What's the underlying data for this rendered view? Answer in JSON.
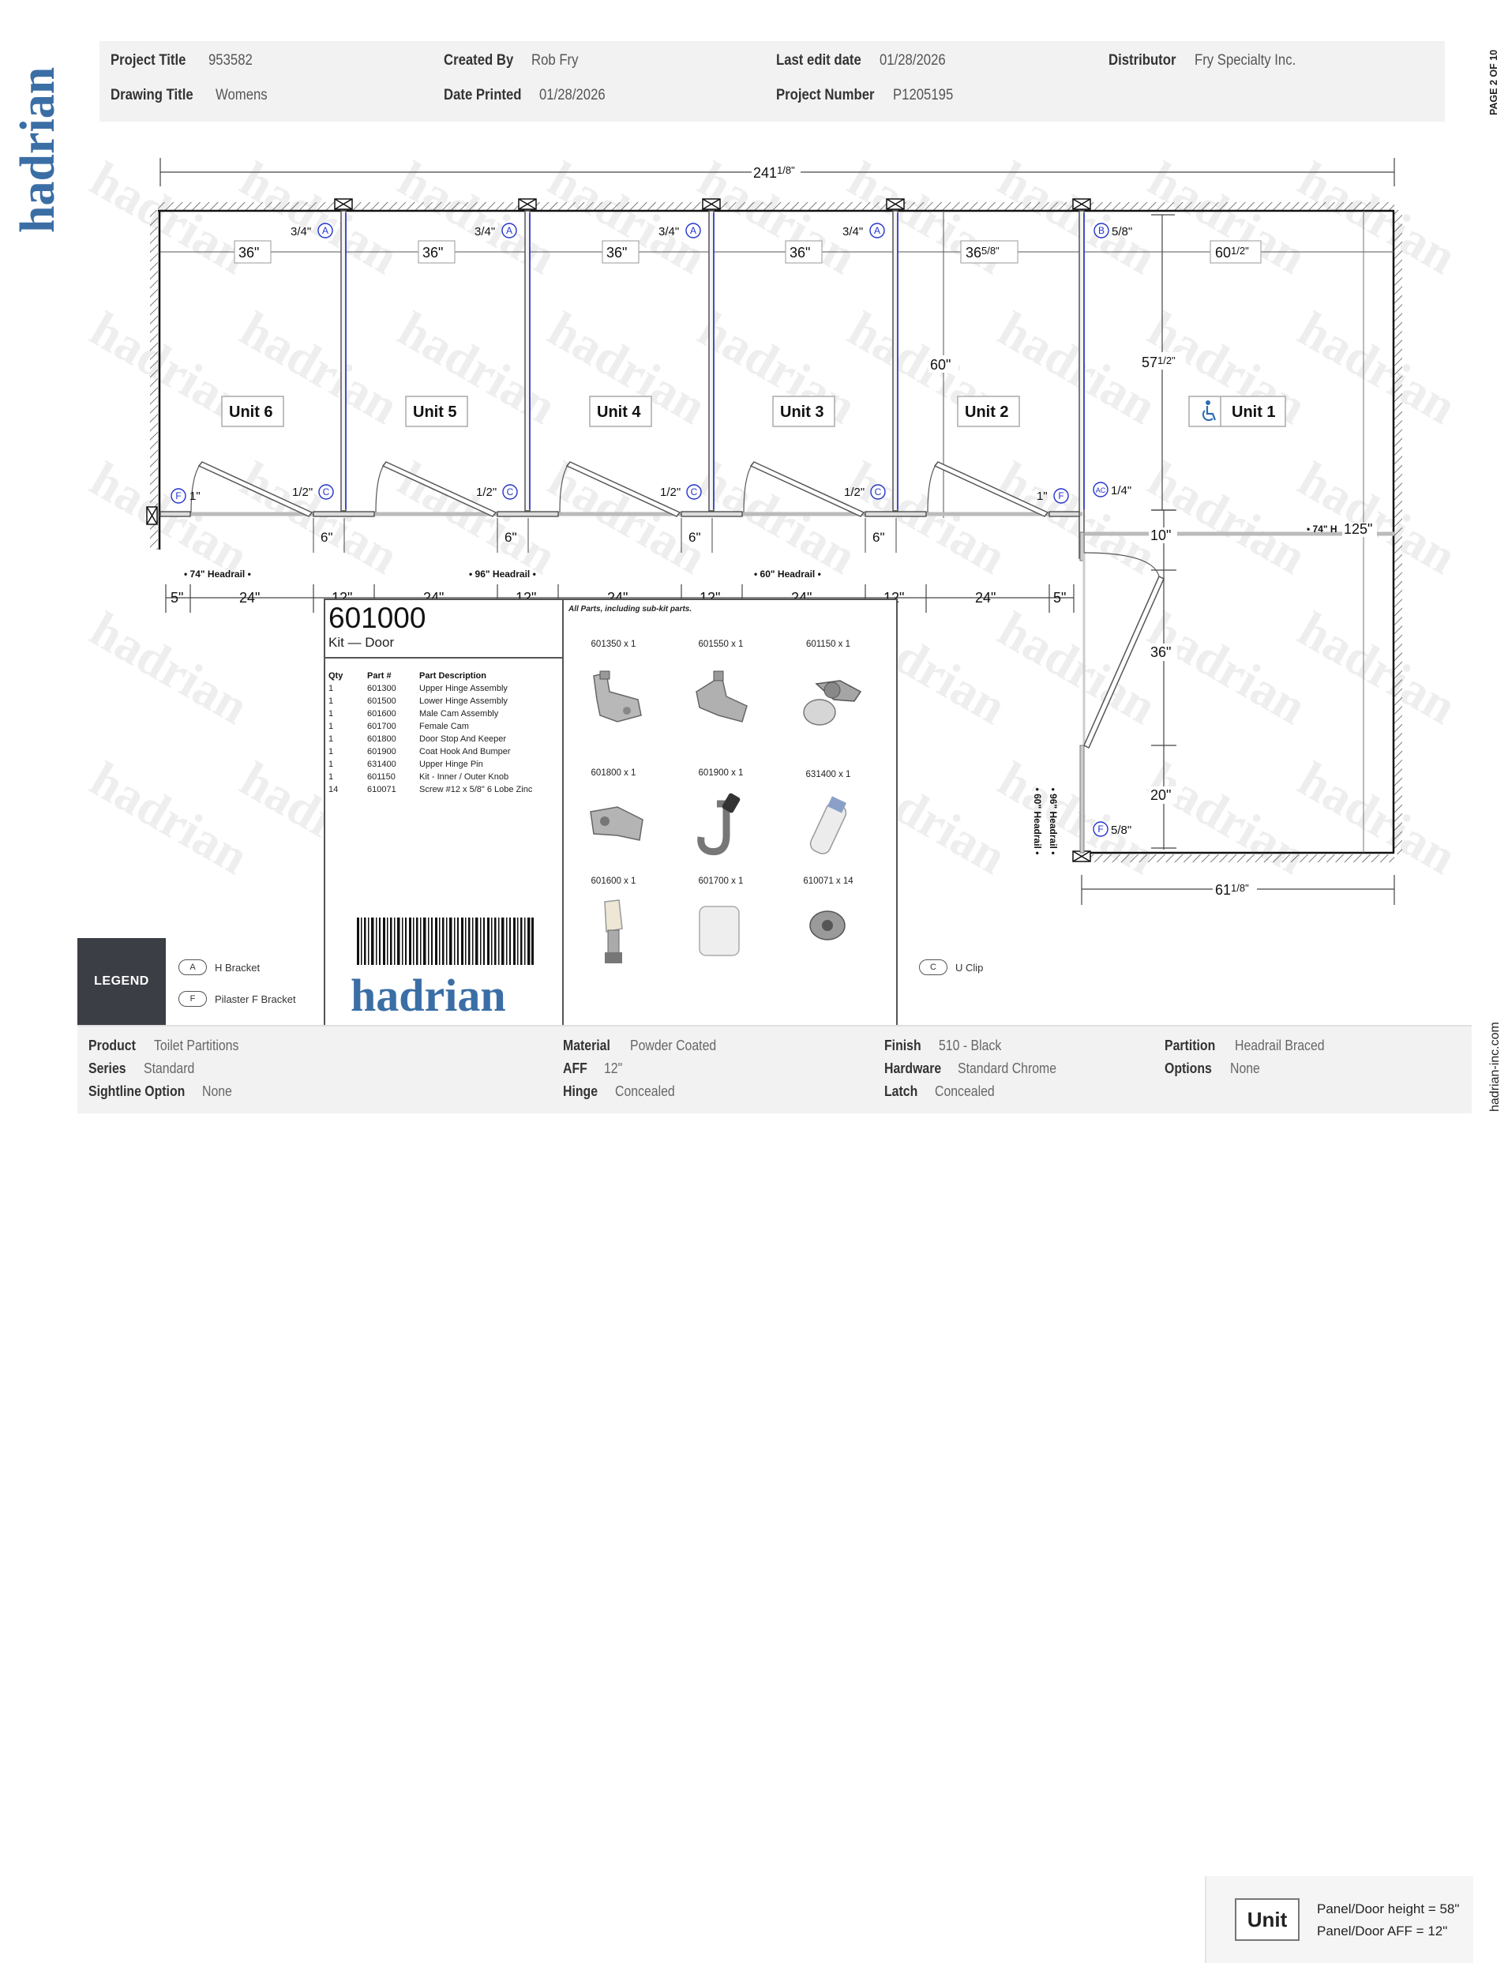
{
  "brand": {
    "name": "hadrian",
    "color": "#3a6ea5",
    "website": "hadrian-inc.com"
  },
  "page_indicator": "PAGE 2 OF 10",
  "header": {
    "project_title_label": "Project Title",
    "project_title": "953582",
    "created_by_label": "Created By",
    "created_by": "Rob Fry",
    "last_edit_label": "Last edit date",
    "last_edit": "01/28/2026",
    "distributor_label": "Distributor",
    "distributor": "Fry Specialty Inc.",
    "drawing_title_label": "Drawing Title",
    "drawing_title": "Womens",
    "date_printed_label": "Date Printed",
    "date_printed": "01/28/2026",
    "project_number_label": "Project Number",
    "project_number": "P1205195"
  },
  "drawing": {
    "overall_width": "241",
    "overall_width_frac": "1/8\"",
    "units": [
      {
        "label": "Unit 6",
        "width": "36\""
      },
      {
        "label": "Unit 5",
        "width": "36\""
      },
      {
        "label": "Unit 4",
        "width": "36\""
      },
      {
        "label": "Unit 3",
        "width": "36\""
      },
      {
        "label": "Unit 2",
        "width": "36",
        "width_frac": "5/8\""
      },
      {
        "label": "Unit 1",
        "width": "60",
        "width_frac": "1/2\"",
        "accessible": true
      }
    ],
    "depth_60": "60\"",
    "depth_57": "57",
    "depth_57_frac": "1/2\"",
    "bracket_tags": {
      "a_gap": "3/4\"",
      "c_gap": "1/2\"",
      "f_left": "1\"",
      "f_right": "1\"",
      "b_gap": "5/8\"",
      "ac_gap": "1/4\"",
      "f_bottom": "5/8\""
    },
    "pilaster_6": "6\"",
    "headrails": [
      "• 74\" Headrail •",
      "• 96\" Headrail •",
      "• 60\" Headrail •"
    ],
    "bottom_dims": [
      "5\"",
      "24\"",
      "12\"",
      "24\"",
      "12\"",
      "24\"",
      "12\"",
      "24\"",
      "12\"",
      "24\"",
      "5\""
    ],
    "side_dims": {
      "top": "10\"",
      "door": "36\"",
      "bottom": "20\""
    },
    "side_headrail": "• 74\" H",
    "side_total": "125\"",
    "side_headrail_96": "• 96\" Headrail •",
    "side_headrail_60": "• 60\" Headrail •",
    "bottom_width": "61",
    "bottom_width_frac": "1/8\""
  },
  "kit": {
    "part_number": "601000",
    "name": "Kit — Door",
    "table_headers": {
      "qty": "Qty",
      "part": "Part #",
      "desc": "Part Description"
    },
    "parts": [
      {
        "qty": "1",
        "part": "601300",
        "desc": "Upper Hinge Assembly"
      },
      {
        "qty": "1",
        "part": "601500",
        "desc": "Lower Hinge Assembly"
      },
      {
        "qty": "1",
        "part": "601600",
        "desc": "Male Cam Assembly"
      },
      {
        "qty": "1",
        "part": "601700",
        "desc": "Female Cam"
      },
      {
        "qty": "1",
        "part": "601800",
        "desc": "Door Stop And Keeper"
      },
      {
        "qty": "1",
        "part": "601900",
        "desc": "Coat Hook And Bumper"
      },
      {
        "qty": "1",
        "part": "631400",
        "desc": "Upper Hinge Pin"
      },
      {
        "qty": "1",
        "part": "601150",
        "desc": "Kit - Inner / Outer Knob"
      },
      {
        "qty": "14",
        "part": "610071",
        "desc": "Screw #12 x 5/8\" 6 Lobe Zinc"
      }
    ],
    "note": "All Parts, including sub-kit parts.",
    "photos": [
      "601350 x 1",
      "601550 x 1",
      "601150 x 1",
      "601800 x 1",
      "601900 x 1",
      "631400 x 1",
      "601600 x 1",
      "601700 x 1",
      "610071 x 14"
    ],
    "logo": "hadrian"
  },
  "legend": {
    "title": "LEGEND",
    "items": [
      {
        "badge": "A",
        "label": "H Bracket"
      },
      {
        "badge": "F",
        "label": "Pilaster F Bracket"
      },
      {
        "badge": "C",
        "label": "U Clip"
      }
    ],
    "unit_label": "Unit",
    "panel_height": "Panel/Door height = 58\"",
    "panel_aff": "Panel/Door AFF = 12\""
  },
  "specs": {
    "product_label": "Product",
    "product": "Toilet Partitions",
    "series_label": "Series",
    "series": "Standard",
    "sightline_label": "Sightline Option",
    "sightline": "None",
    "material_label": "Material",
    "material": "Powder Coated",
    "aff_label": "AFF",
    "aff": "12\"",
    "hinge_label": "Hinge",
    "hinge": "Concealed",
    "finish_label": "Finish",
    "finish": "510 - Black",
    "hardware_label": "Hardware",
    "hardware": "Standard Chrome",
    "latch_label": "Latch",
    "latch": "Concealed",
    "partition_label": "Partition",
    "partition": "Headrail Braced",
    "options_label": "Options",
    "options": "None"
  }
}
